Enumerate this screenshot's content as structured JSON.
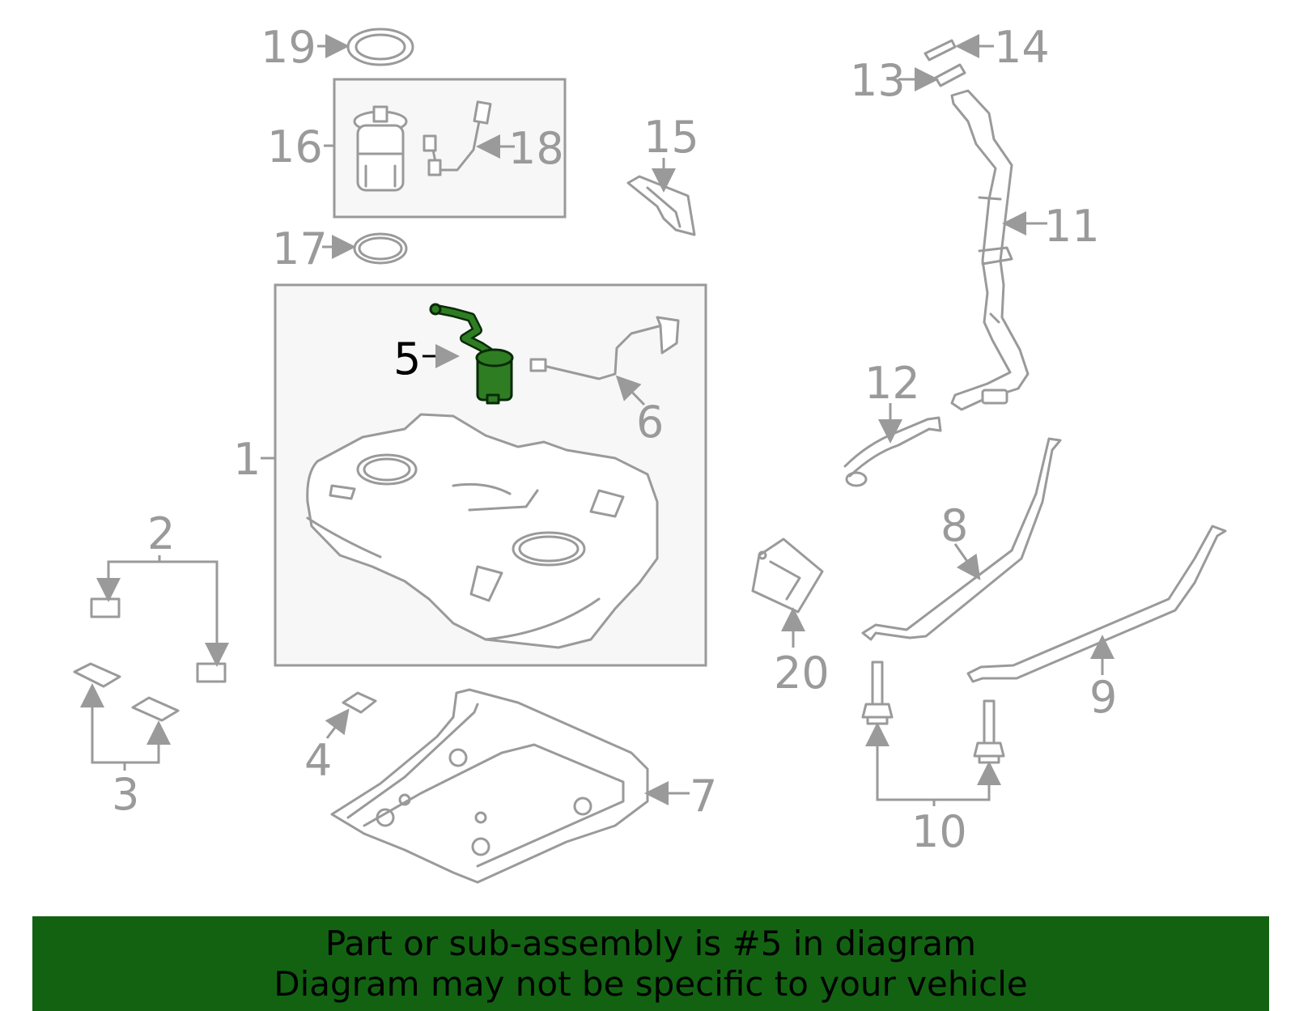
{
  "callouts": {
    "c1": "1",
    "c2": "2",
    "c3": "3",
    "c4": "4",
    "c5": "5",
    "c6": "6",
    "c7": "7",
    "c8": "8",
    "c9": "9",
    "c10": "10",
    "c11": "11",
    "c12": "12",
    "c13": "13",
    "c14": "14",
    "c15": "15",
    "c16": "16",
    "c17": "17",
    "c18": "18",
    "c19": "19",
    "c20": "20"
  },
  "highlight": {
    "part": "5",
    "color": "#2e7d22"
  },
  "banner": {
    "line1": "Part or sub-assembly is #5 in diagram",
    "line2": "Diagram may not be specific to your vehicle",
    "background": "#126212"
  }
}
